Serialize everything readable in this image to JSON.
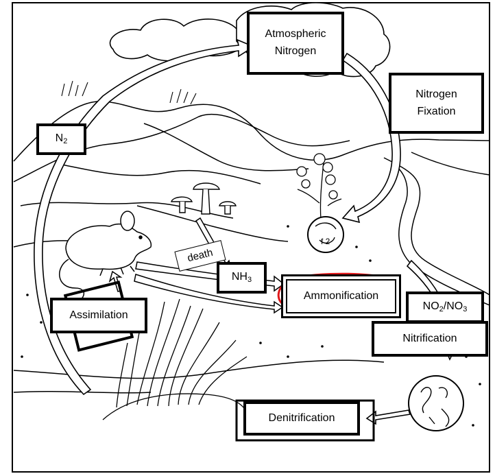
{
  "labels": {
    "atmospheric_line1": "Atmospheric",
    "atmospheric_line2": "Nitrogen",
    "fixation_line1": "Nitrogen",
    "fixation_line2": "Fixation",
    "n2_base": "N",
    "n2_sub": "2",
    "death": "death",
    "nh3_base": "NH",
    "nh3_sub": "3",
    "ammonification": "Ammonification",
    "no_part1": "NO",
    "no_sub1": "2",
    "no_slash": "/NO",
    "no_sub2": "3",
    "nitrification": "Nitrification",
    "assimilation": "Assimilation",
    "denitrification": "Denitrification"
  },
  "colors": {
    "ink": "#000000",
    "highlight_circle": "#e0191b",
    "paper": "#ffffff"
  },
  "icons": [
    "cloud-icon",
    "mouse-icon",
    "mushroom-icon",
    "plant-icon",
    "bacteria-circle-icon",
    "grass-icon"
  ]
}
